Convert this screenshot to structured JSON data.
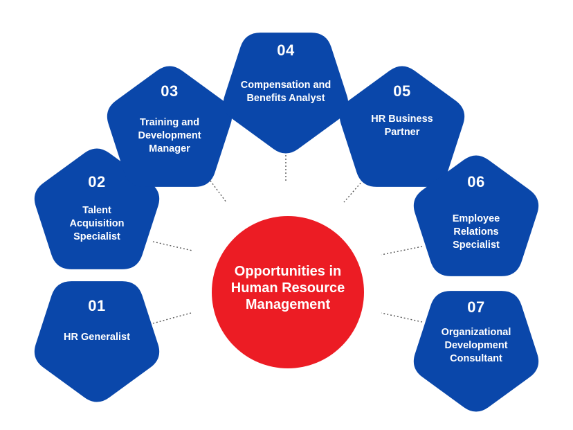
{
  "colors": {
    "pentagon": "#0a47aa",
    "center": "#ec1c24",
    "connector": "#555555",
    "text": "#ffffff"
  },
  "center": {
    "lines": [
      "Opportunities in",
      "Human Resource",
      "Management"
    ]
  },
  "roles": [
    {
      "number": "01",
      "lines": [
        "HR Generalist"
      ]
    },
    {
      "number": "02",
      "lines": [
        "Talent",
        "Acquisition",
        "Specialist"
      ]
    },
    {
      "number": "03",
      "lines": [
        "Training and",
        "Development",
        "Manager"
      ]
    },
    {
      "number": "04",
      "lines": [
        "Compensation and",
        "Benefits Analyst"
      ]
    },
    {
      "number": "05",
      "lines": [
        "HR Business",
        "Partner"
      ]
    },
    {
      "number": "06",
      "lines": [
        "Employee",
        "Relations",
        "Specialist"
      ]
    },
    {
      "number": "07",
      "lines": [
        "Organizational",
        "Development",
        "Consultant"
      ]
    }
  ]
}
